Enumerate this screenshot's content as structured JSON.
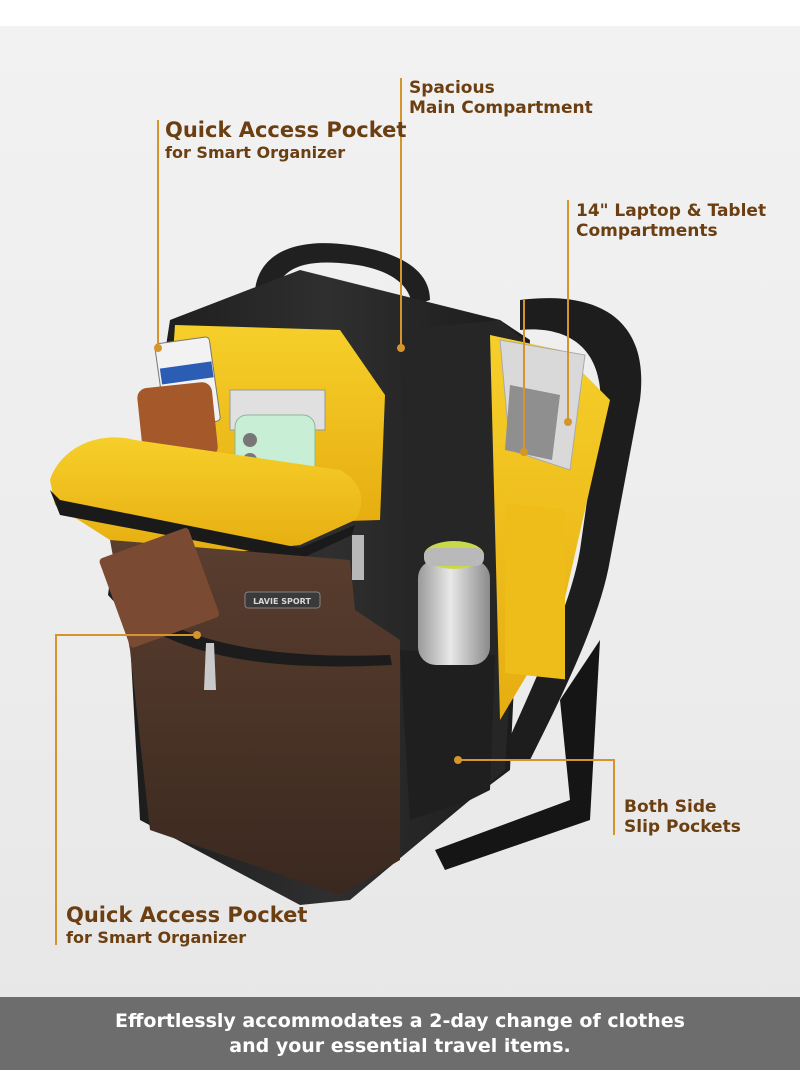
{
  "callouts": {
    "main_compartment": {
      "line1": "Spacious",
      "line2": "Main Compartment"
    },
    "top_pocket": {
      "line1": "Quick Access Pocket",
      "line2": "for Smart Organizer"
    },
    "laptop": {
      "line1": "14\" Laptop & Tablet",
      "line2": "Compartments"
    },
    "side_pockets": {
      "line1": "Both Side",
      "line2": "Slip Pockets"
    },
    "front_pocket": {
      "line1": "Quick Access Pocket",
      "line2": "for Smart Organizer"
    }
  },
  "banner": {
    "line1": "Effortlessly accommodates a 2-day change of clothes",
    "line2": "and your essential travel items."
  },
  "brand_label": "LAVIE SPORT",
  "colors": {
    "callout_text": "#6b3f12",
    "leader_line": "#d4952a",
    "banner_bg": "#6d6d6d",
    "lining": "#f2c21b",
    "bag_body": "#2a2a2a",
    "leather": "#4a3328"
  }
}
